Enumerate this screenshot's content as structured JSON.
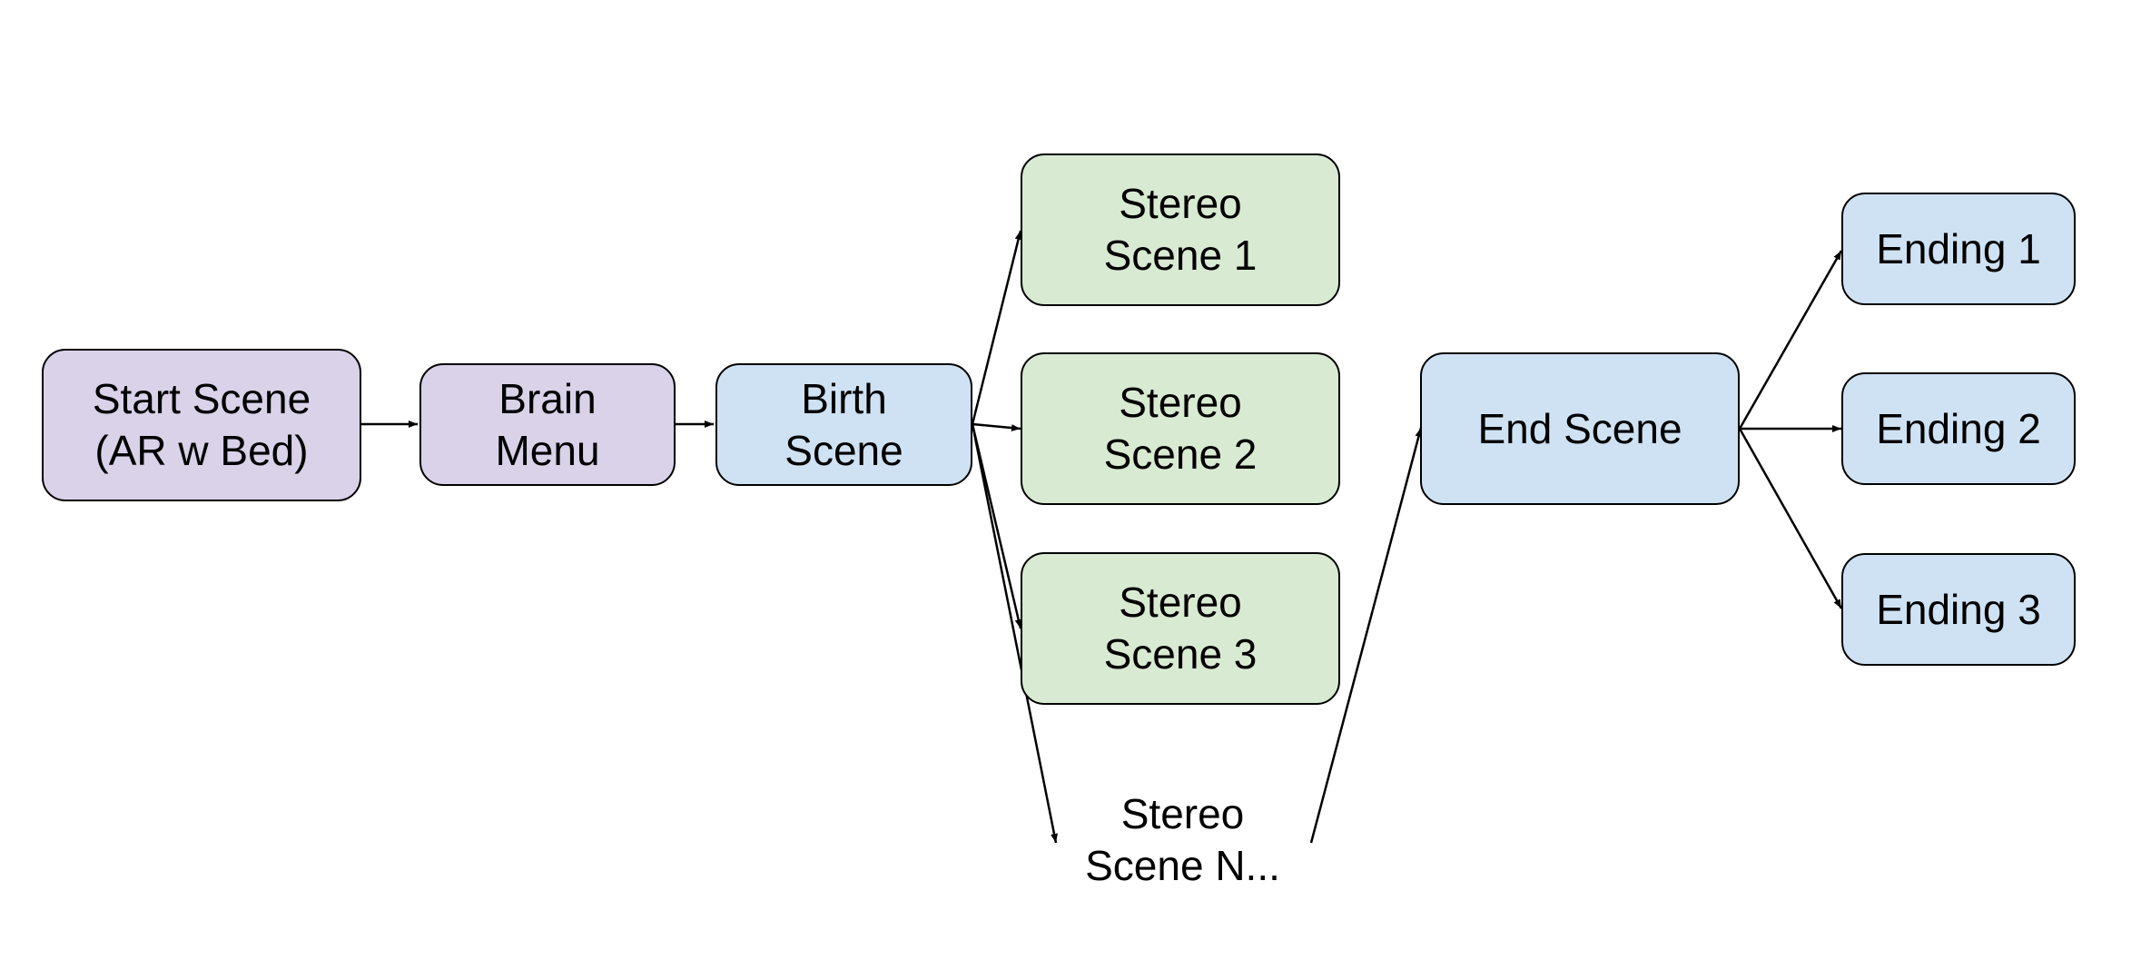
{
  "diagram": {
    "colors": {
      "purple": "#d9d2e9",
      "blue": "#cfe2f3",
      "green": "#d9ead3",
      "stroke": "#000000"
    },
    "nodes": {
      "start": {
        "lines": [
          "Start Scene",
          "(AR w Bed)"
        ],
        "color": "purple"
      },
      "brain": {
        "lines": [
          "Brain",
          "Menu"
        ],
        "color": "purple"
      },
      "birth": {
        "lines": [
          "Birth",
          "Scene"
        ],
        "color": "blue"
      },
      "stereo1": {
        "lines": [
          "Stereo",
          "Scene 1"
        ],
        "color": "green"
      },
      "stereo2": {
        "lines": [
          "Stereo",
          "Scene 2"
        ],
        "color": "green"
      },
      "stereo3": {
        "lines": [
          "Stereo",
          "Scene 3"
        ],
        "color": "green"
      },
      "stereoN": {
        "lines": [
          "Stereo",
          "Scene N..."
        ],
        "color": "none"
      },
      "end": {
        "lines": [
          "End Scene"
        ],
        "color": "blue"
      },
      "ending1": {
        "lines": [
          "Ending 1"
        ],
        "color": "blue"
      },
      "ending2": {
        "lines": [
          "Ending 2"
        ],
        "color": "blue"
      },
      "ending3": {
        "lines": [
          "Ending 3"
        ],
        "color": "blue"
      }
    },
    "edges": [
      {
        "from": "start",
        "to": "brain"
      },
      {
        "from": "brain",
        "to": "birth"
      },
      {
        "from": "birth",
        "to": "stereo1"
      },
      {
        "from": "birth",
        "to": "stereo2"
      },
      {
        "from": "birth",
        "to": "stereo3"
      },
      {
        "from": "birth",
        "to": "stereoN"
      },
      {
        "from": "stereoN",
        "to": "end"
      },
      {
        "from": "end",
        "to": "ending1"
      },
      {
        "from": "end",
        "to": "ending2"
      },
      {
        "from": "end",
        "to": "ending3"
      }
    ]
  }
}
